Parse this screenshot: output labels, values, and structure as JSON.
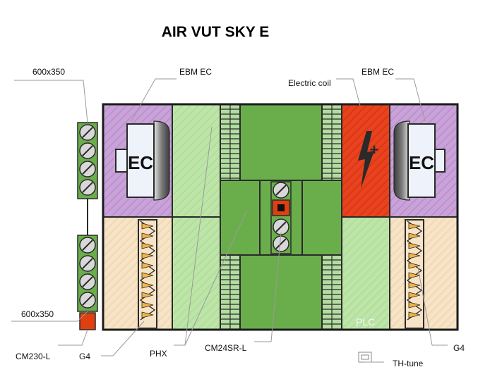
{
  "title": "AIR VUT SKY E",
  "labels": {
    "duct_top": "600x350",
    "duct_bottom": "600x350",
    "fan_left": "EBM EC",
    "electric_coil": "Electric coil",
    "fan_right": "EBM EC",
    "damper_actuator_left": "CM230-L",
    "filter_left": "G4",
    "heat_exchanger": "PHX",
    "bypass_actuator": "CM24SR-L",
    "controller": "PLC",
    "thermostat": "TH-tune",
    "filter_right": "G4"
  },
  "fan_symbol_text": "EC",
  "heater_symbol_text": "+",
  "colors": {
    "fan_section": "#c8a2d8",
    "filter_section": "#f5dfc0",
    "hx_light": "#b8e0a4",
    "hx_dark": "#6aae4c",
    "heater": "#e8401c",
    "actuator": "#e04010"
  }
}
